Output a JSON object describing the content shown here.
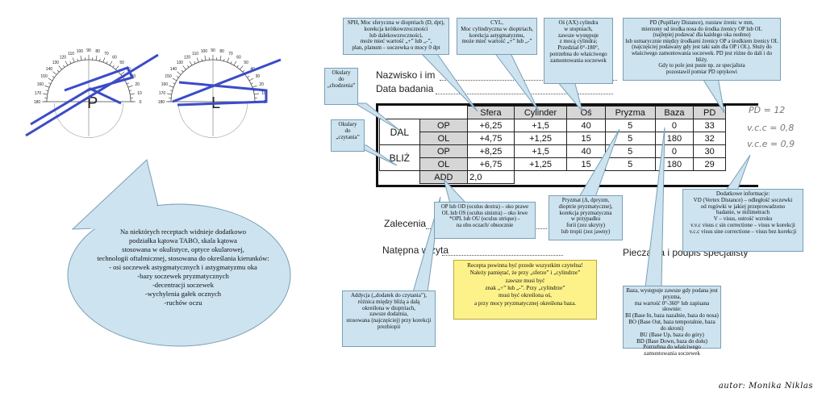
{
  "tabo": {
    "left_scale": [
      "180",
      "170",
      "160",
      "150",
      "140",
      "130",
      "120",
      "110",
      "100",
      "90",
      "80",
      "70",
      "60",
      "50",
      "40",
      "30",
      "20",
      "10",
      "0"
    ],
    "right_scale": [
      "180",
      "170",
      "160",
      "150",
      "140",
      "130",
      "120",
      "110",
      "100",
      "90",
      "80",
      "70",
      "60",
      "50",
      "40",
      "30",
      "20",
      "10",
      "0"
    ],
    "left_letter": "P",
    "right_letter": "L",
    "note": "Na niektórych receptach widnieje dodatkowo\npodziałka kątowa TABO, skala kątowa\nstosowana w okulistyce, optyce okularowej,\ntechnologii oftalmicznej, stosowana do określania kierunków:\n- osi soczewek astygmatycznych i astygmatyzmu oka\n-bazy soczewek pryzmatycznych\n-decentracji soczewek\n-wychylenia gałek ocznych\n-ruchów oczu"
  },
  "form": {
    "name_label": "Nazwisko i im",
    "date_label": "Data badania",
    "recommend_label": "Zalecenia",
    "next_label": "Natępna wizyta",
    "sign_label": "Pieczątka i podpis specjalisty"
  },
  "table": {
    "headers": [
      "Sfera",
      "Cylinder",
      "Oś",
      "Pryzma",
      "Baza",
      "PD"
    ],
    "dal_label": "DAL",
    "bliz_label": "BLIŻ",
    "add_label": "ADD",
    "add_value": "2,0",
    "rows": [
      {
        "eye": "OP",
        "values": [
          "+6,25",
          "+1,5",
          "40",
          "5",
          "0",
          "33"
        ]
      },
      {
        "eye": "OL",
        "values": [
          "+4,75",
          "+1,25",
          "15",
          "5",
          "180",
          "32"
        ]
      },
      {
        "eye": "OP",
        "values": [
          "+8,25",
          "+1,5",
          "40",
          "5",
          "0",
          "30"
        ]
      },
      {
        "eye": "OL",
        "values": [
          "+6,75",
          "+1,25",
          "15",
          "5",
          "180",
          "29"
        ]
      }
    ]
  },
  "handwritten": {
    "pd": "PD = 12",
    "vcc": "v.c.c = 0,8",
    "vce": "v.c.e = 0,9"
  },
  "callouts": {
    "sph": "SPH, Moc sferyczna w dioptriach (D, dpt),\nkorekcja krótkowzroczności\nlub dalekowzroczności,\nmoże mieć wartość „+” lub „-”,\nplan, planum – soczewka o mocy 0 dpt",
    "cyl": "CYL,\nMoc cylindryczna w dioptriach,\nkorekcja astygmatyzmu,\nmoże mieć wartość „+” lub „-”",
    "axis": "Oś (AX) cylindra\nw stopniach,\nzawsze występuje\nz mocą cylindra;\nPrzedział 0°-180°,\npotrzebna do właściwego\nzamontowania soczewek",
    "pd": "PD (Pupillary Distance), rozstaw źrenic w mm,\nmierzony od środka nosa do środka źrenicy OP lub OL\n(najlepiej podawać dla każdego oka osobno)\nlub sumarycznie między środkami źrenicy OP a środkiem źrenicy OL\n(najczęściej podawany gdy jest taki sam dla OP i OL). Służy do\nwłaściwego zamontowania soczewek. PD jest różne do dali i do bliży.\nGdy to pole jest puste np. ze specjalista\npozostawił pomiar PD optykowi",
    "far": "Okulary\ndo\n„chodzenia”",
    "near": "Okulary\ndo\n„czytania”",
    "eyes": "OP lub OD (oculus dextra) – oko prawe\nOL lub OS (oculus sinistra) – oko lewe\n*OPL lub OU (oculus utrique) –\nna obu oczach/ obuocznie",
    "prism": "Pryzmat (Δ, dpryzm,\ndioptrie pryzmatyczne),\nkorekcja pryzmatyczna\nw przypadku\nforii (zez ukryty)\nlub tropii (zez jawny)",
    "add": "Addycja („dodatek do czytania”),\nróżnica między bliżą a dalą\nokreślona w dioptriach,\nzawsze dodatnia,\nstosowana (najczęściej) przy korekcji\nprezbiopii",
    "info": "Dodatkowe informacje:\nVD (Vertex Distance) – odległość soczewki\nod rogówki w jakiej przeprowadzono\nbadanie, w milimetrach\nV – visus, ostrość wzroku\nv.v.c visus c sin correctione – visus w korekcji\nv.c.c visus sine correctione – visus bez korekcji",
    "base": "Baza, występuje zawsze gdy podana jest pryzma,\nma wartość 0°-360° lub zapisana słownie:\nBI (Base In, baza nazalnie, baza do nosa)\nBO (Base Out, baza temporalnie, baza do skroni)\nBU (Base Up, baza do góry)\nBD (Base Down, baza do dołu)\nPotrzebna do właściwego\nzamontowania soczewek",
    "yellow": "Recepta powinna być przede wszystkim czytelna!\nNależy pamiętać, że przy „sferze” i „cylindrze”\nzawsze musi być\nznak „+” lub „-”. Przy „cylindrze”\nmusi być określona oś,\na przy mocy pryzmatycznej określona baza."
  },
  "credit": "autor: Monika Niklas",
  "colors": {
    "callout": "#cde3ef",
    "callout_border": "#7a9fb6",
    "yellow": "#fdf28a",
    "marker": "#3b4bc8",
    "table_header": "#d6d6d6"
  }
}
